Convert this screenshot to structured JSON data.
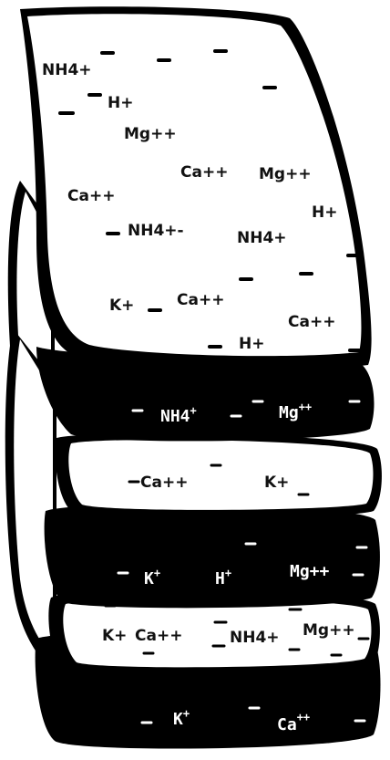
{
  "top_layer_ions": [
    "NH4+",
    "H+",
    "Mg++",
    "Ca++",
    "Mg++",
    "Ca++",
    "H+",
    "NH4+-",
    "NH4+",
    "K+",
    "Ca++",
    "H+",
    "Ca++"
  ],
  "layer1_dark": {
    "a": "NH4",
    "a_sup": "+",
    "b": "Mg",
    "b_sup": "++"
  },
  "layer2_light": {
    "a": "Ca++",
    "b": "K+"
  },
  "layer2_dark": {
    "a": "K",
    "a_sup": "+",
    "b": "H",
    "b_sup": "+",
    "c": "Mg++"
  },
  "layer3_light": {
    "a": "K+",
    "b": "Ca++",
    "c": "NH4+",
    "d": "Mg++"
  },
  "layer4_dark": {
    "a": "K",
    "a_sup": "+",
    "b": "Ca",
    "b_sup": "++"
  },
  "colors": {
    "ink": "#000000",
    "paper": "#ffffff"
  }
}
